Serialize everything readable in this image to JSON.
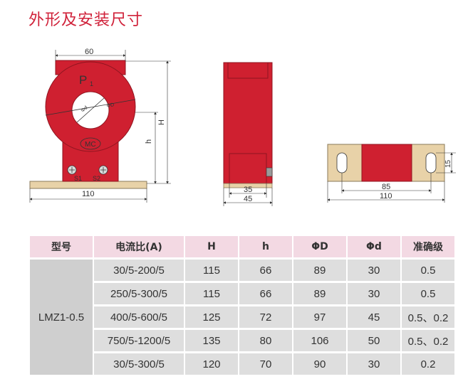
{
  "page": {
    "title": "外形及安装尺寸"
  },
  "drawing": {
    "front_view": {
      "dim_width": "60",
      "dim_base": "110",
      "dim_H": "H",
      "dim_h": "h",
      "mark_P1": "P",
      "mark_P1_sub": "1",
      "mark_d": "Φd",
      "mark_D": "ΦD",
      "logo": "MC",
      "terminal_s1": "S1",
      "terminal_s2": "S2"
    },
    "side_view": {
      "dim_inner": "35",
      "dim_outer": "45"
    },
    "bottom_view": {
      "dim_hole_spacing": "85",
      "dim_total": "110",
      "dim_height": "15"
    }
  },
  "table": {
    "headers": [
      "型号",
      "电流比(A)",
      "H",
      "h",
      "ΦD",
      "Φd",
      "准确级"
    ],
    "model": "LMZ1-0.5",
    "rows": [
      [
        "30/5-200/5",
        "115",
        "66",
        "89",
        "30",
        "0.5"
      ],
      [
        "250/5-300/5",
        "115",
        "66",
        "89",
        "30",
        "0.5"
      ],
      [
        "400/5-600/5",
        "125",
        "72",
        "97",
        "45",
        "0.5、0.2"
      ],
      [
        "750/5-1200/5",
        "135",
        "80",
        "106",
        "50",
        "0.5、0.2"
      ],
      [
        "30/5-300/5",
        "120",
        "70",
        "90",
        "30",
        "0.2"
      ]
    ]
  },
  "colors": {
    "title": "#d0223a",
    "body_red": "#cf2030",
    "base_tan": "#e8d2a8",
    "header_bg": "#f3d9e3",
    "cell_bg": "#dedede"
  }
}
